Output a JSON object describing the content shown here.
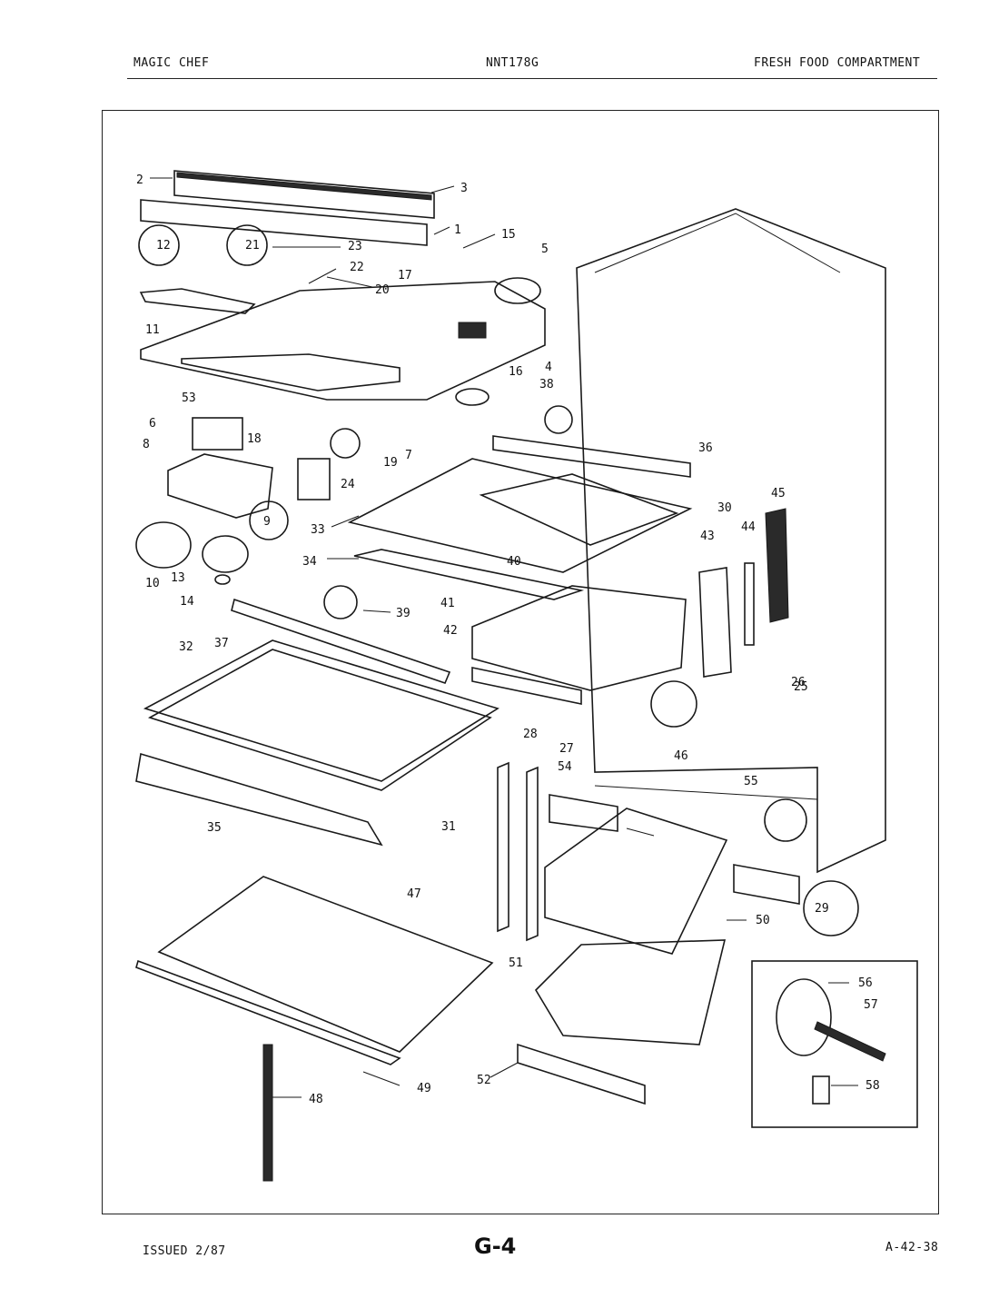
{
  "header": {
    "left": "MAGIC CHEF",
    "center": "NNT178G",
    "right": "FRESH FOOD COMPARTMENT"
  },
  "footer": {
    "issued": "ISSUED 2/87",
    "page": "G-4",
    "code": "A-42-38"
  },
  "part_labels": [
    "2",
    "3",
    "1",
    "15",
    "5",
    "23",
    "22",
    "20",
    "17",
    "12",
    "21",
    "11",
    "4",
    "16",
    "53",
    "38",
    "6",
    "18",
    "7",
    "19",
    "8",
    "24",
    "36",
    "9",
    "33",
    "30",
    "45",
    "44",
    "43",
    "10",
    "13",
    "14",
    "34",
    "40",
    "39",
    "41",
    "37",
    "42",
    "32",
    "26",
    "25",
    "46",
    "28",
    "27",
    "54",
    "55",
    "35",
    "31",
    "47",
    "29",
    "50",
    "56",
    "57",
    "51",
    "58",
    "52",
    "49",
    "48"
  ]
}
